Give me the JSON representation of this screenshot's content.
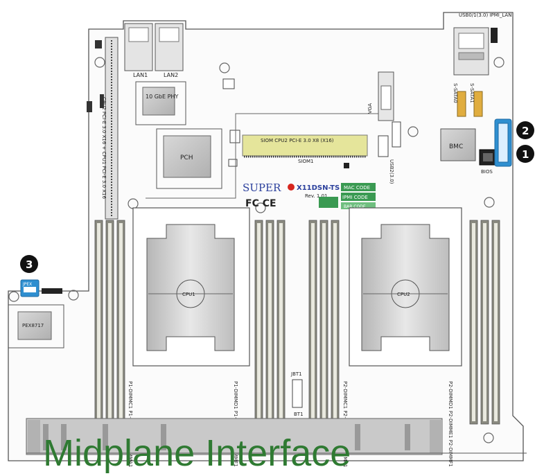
{
  "title": "Midplane Interface",
  "colors": {
    "board_outline": "#555555",
    "slot_yellow": "#e5e59b",
    "callout_blue": "#2f8fd0",
    "callout_black": "#111111",
    "title_green": "#2f7a32",
    "green_label": "#3a9a52",
    "brand_red": "#d7261e",
    "brand_blue": "#2a3f9c",
    "dimm": "#8a8a80"
  },
  "callouts": [
    "1",
    "2",
    "3"
  ],
  "labels": {
    "lan1": "LAN1",
    "lan2": "LAN2",
    "phy": "10 GbE PHY",
    "pch": "PCH",
    "bmc": "BMC",
    "cpu1": "CPU1",
    "cpu2": "CPU2",
    "pex": "PEX8717",
    "usb_ipmi": "USB0/1(3.0) IPMI_LAN",
    "sata0": "S-SATA0",
    "sata1": "S-SATA1",
    "vga": "VGA",
    "usb2": "USB2(3.0)",
    "slot_text": "SIOM CPU2 PCI-E 3.0 X8 (X16)",
    "siom": "SIOM1",
    "riser_text": "CPU2 PCI-E 3.0 X16 + CPU1 PCI-E 3.0 X16",
    "brand_super": "SUPER",
    "model": "X11DSN-TS",
    "rev": "Rev. 1.01",
    "fcc": "FC CE",
    "mac_code": "MAC CODE",
    "ipmi_code": "IPMI CODE",
    "bar_code": "BAR CODE",
    "bios": "BIOS",
    "jbt1": "JBT1",
    "bt1": "BT1",
    "jpex": "JPEX",
    "dimm_cpu1_left": "P1-DIMMC1 P1-DIMMB1 P1-DIMMA1",
    "dimm_cpu1_right": "P1-DIMMD1 P1-DIMME1 P1-DIMMF1",
    "dimm_cpu2_left": "P2-DIMMC1 P2-DIMMB1 P2-DIMMA1",
    "dimm_cpu2_right": "P2-DIMMD1 P2-DIMME1 P2-DIMMF1"
  }
}
